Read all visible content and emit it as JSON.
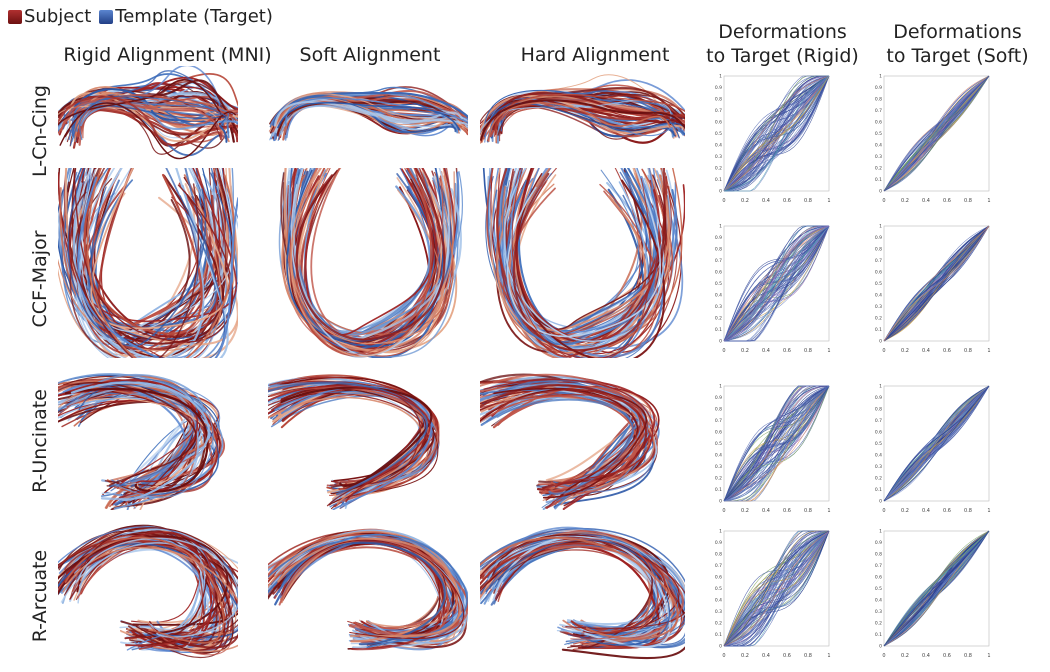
{
  "legend": {
    "subject_label": "Subject",
    "template_label": "Template (Target)",
    "subject_color": "#8b1a1a",
    "template_color": "#2f5aa8"
  },
  "columns": {
    "rigid": "Rigid Alignment (MNI)",
    "soft": "Soft Alignment",
    "hard": "Hard Alignment",
    "def_rigid_line1": "Deformations",
    "def_rigid_line2": "to Target (Rigid)",
    "def_soft_line1": "Deformations",
    "def_soft_line2": "to Target (Soft)"
  },
  "rows": [
    "L-Cn-Cing",
    "CCF-Major",
    "R-Uncinate",
    "R-Arcuate"
  ],
  "tract_shapes": [
    "cingulum",
    "forceps",
    "uncinate",
    "arcuate"
  ],
  "plot_axes": {
    "x_ticks": [
      "0",
      "0.2",
      "0.4",
      "0.6",
      "0.8",
      "1"
    ],
    "y_ticks": [
      "0",
      "0.1",
      "0.2",
      "0.3",
      "0.4",
      "0.5",
      "0.6",
      "0.7",
      "0.8",
      "0.9",
      "1"
    ],
    "xlim": [
      0,
      1
    ],
    "ylim": [
      0,
      1
    ]
  },
  "curve_colors": [
    "#2a3f8f",
    "#3d52a1",
    "#5468b3",
    "#6f86c6",
    "#7aa35b",
    "#c9a14a",
    "#d9896a",
    "#4e9fb0",
    "#9b6fb5"
  ]
}
